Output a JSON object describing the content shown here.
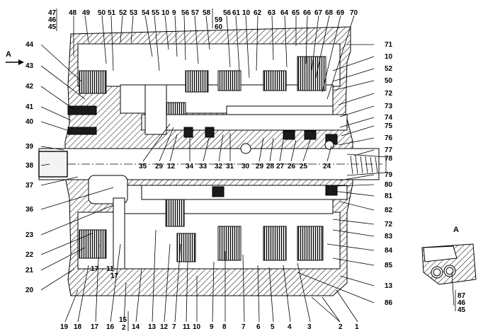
{
  "view_label": "A",
  "arrow_label": "A",
  "view_callouts": [
    "87",
    "46",
    "45"
  ],
  "top_callouts": [
    "47",
    "46",
    "45",
    "48",
    "49",
    "50",
    "51",
    "52",
    "53",
    "54",
    "55",
    "10",
    "9",
    "56",
    "57",
    "58",
    "59",
    "60",
    "56",
    "61",
    "10",
    "62",
    "63",
    "64",
    "65",
    "66",
    "67",
    "68",
    "69",
    "70"
  ],
  "right_callouts": [
    "71",
    "10",
    "52",
    "50",
    "72",
    "73",
    "74",
    "75",
    "76",
    "77",
    "78",
    "79",
    "80",
    "81",
    "82",
    "72",
    "83",
    "84",
    "85",
    "13",
    "86"
  ],
  "left_callouts": [
    "44",
    "43",
    "42",
    "41",
    "40",
    "39",
    "38",
    "37",
    "36",
    "23",
    "22",
    "21",
    "20"
  ],
  "bottom_callouts": [
    "19",
    "18",
    "17",
    "16",
    "15",
    "2",
    "14",
    "13",
    "12",
    "7",
    "11",
    "10",
    "9",
    "8",
    "7",
    "6",
    "5",
    "4",
    "3",
    "2",
    "1"
  ],
  "inner_callouts": [
    "35",
    "29",
    "12",
    "34",
    "33",
    "32",
    "31",
    "30",
    "29",
    "28",
    "27",
    "26",
    "25",
    "24",
    "17",
    "11",
    "17"
  ]
}
